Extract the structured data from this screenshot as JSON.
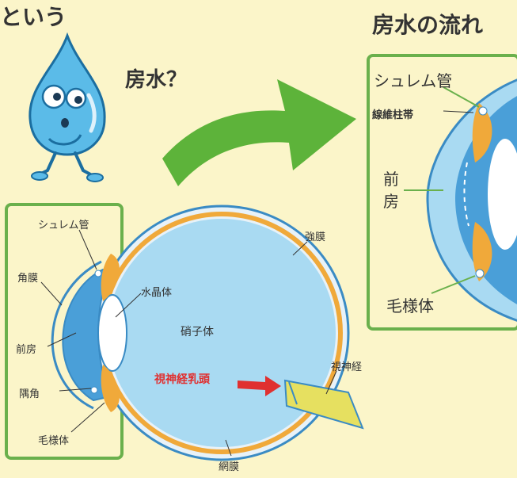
{
  "header": {
    "title_left": "という",
    "title_right": "房水の流れ"
  },
  "mascot": {
    "question": "房水？",
    "icon": "water-drop-character"
  },
  "eye_diagram": {
    "labels": {
      "schlemm": "シュレム管",
      "cornea": "角膜",
      "anterior_chamber": "前房",
      "angle": "隅角",
      "ciliary_body": "毛様体",
      "lens": "水晶体",
      "vitreous": "硝子体",
      "optic_disc": "視神経乳頭",
      "sclera": "強膜",
      "optic_nerve": "視神経",
      "retina": "網膜"
    }
  },
  "flow_diagram": {
    "labels": {
      "schlemm": "シュレム管",
      "zonule": "線維柱帯",
      "anterior_chamber_1": "前",
      "anterior_chamber_2": "房",
      "ciliary_body": "毛様体"
    }
  },
  "colors": {
    "background": "#fbf5c9",
    "frame_green": "#6ab04c",
    "arrow_green": "#5db33a",
    "eye_blue": "#a9daf2",
    "chamber_blue": "#4a9fd8",
    "ciliary_orange": "#f0a93a",
    "optic_red": "#e03030",
    "nerve_yellow": "#e6e060"
  }
}
